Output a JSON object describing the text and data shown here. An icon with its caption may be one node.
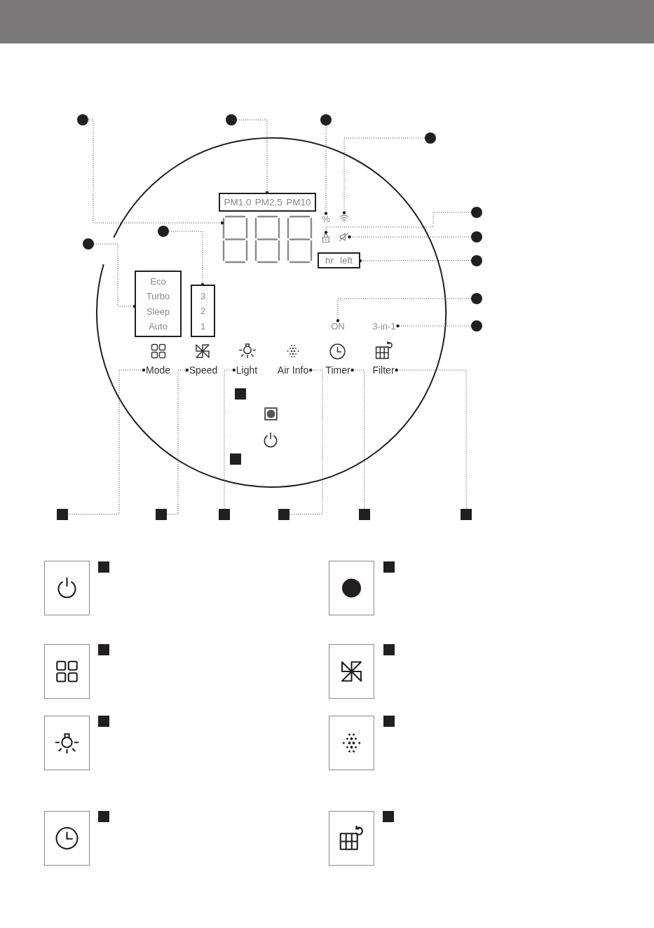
{
  "diagram": {
    "nodes": [
      {
        "text": [],
        "shape": "circle"
      },
      {
        "text": [],
        "shape": "circle"
      },
      {
        "text": [],
        "shape": "circle"
      },
      {
        "text": [],
        "shape": "circle"
      },
      {
        "text": [],
        "shape": "circle"
      },
      {
        "text": [
          "PM1.0",
          "PM2.5",
          "PM10"
        ],
        "in": 0
      },
      {
        "text": [
          "%"
        ],
        "in": 0
      },
      {
        "text": [],
        "shape": "picture",
        "in": 0
      },
      {
        "text": [],
        "shape": "circle"
      },
      {
        "text": [],
        "shape": "picture",
        "in": 0
      },
      {
        "text": [],
        "shape": "picture",
        "in": 0
      },
      {
        "text": [],
        "shape": "picture",
        "in": 0
      },
      {
        "text": [],
        "shape": "circle",
        "in": 0
      },
      {
        "text": [],
        "shape": "circle"
      },
      {
        "text": [],
        "shape": "circle"
      },
      {
        "text": [
          "hr",
          "left"
        ],
        "in": 0
      },
      {
        "text": [],
        "shape": "circle"
      },
      {
        "text": [
          "Eco",
          "Turbo",
          "Sleep",
          "Auto"
        ],
        "in": 0
      },
      {
        "text": [
          "3",
          "2",
          "1"
        ],
        "in": 0
      },
      {
        "text": [],
        "shape": "circle"
      },
      {
        "text": [
          "ON"
        ],
        "in": 0
      },
      {
        "text": [
          "3-in-1"
        ],
        "in": 0
      },
      {
        "text": [],
        "shape": "circle"
      },
      {
        "text": [
          "Mode"
        ],
        "in": 0
      },
      {
        "text": [
          "Speed"
        ],
        "in": 0
      },
      {
        "text": [
          "Light"
        ],
        "in": 0
      },
      {
        "text": [
          "Air Info"
        ],
        "in": 0
      },
      {
        "text": [
          "Timer"
        ],
        "in": 0
      },
      {
        "text": [
          "Filter"
        ],
        "in": 0
      },
      {
        "text": [],
        "shape": "box",
        "in": 0
      },
      {
        "text": [],
        "shape": "box",
        "in": 0
      },
      {
        "text": [],
        "shape": "box"
      },
      {
        "text": [],
        "shape": "box"
      },
      {
        "text": [],
        "shape": "box"
      },
      {
        "text": [],
        "shape": "box"
      },
      {
        "text": [],
        "shape": "box"
      },
      {
        "text": [],
        "shape": "box"
      },
      {
        "text": [],
        "shape": "box"
      },
      {
        "text": [],
        "shape": "box"
      },
      {
        "text": [],
        "shape": "box"
      },
      {
        "text": [],
        "shape": "box"
      },
      {
        "text": [],
        "shape": "box"
      },
      {
        "text": [],
        "shape": "box"
      },
      {
        "text": [],
        "shape": "box"
      },
      {
        "text": [],
        "shape": "box"
      }
    ],
    "edges": [
      {
        "from": 1,
        "to": 9,
        "arrow": "other"
      },
      {
        "from": 2,
        "to": 5,
        "arrow": "other"
      },
      {
        "from": 3,
        "to": 6,
        "arrow": "other"
      },
      {
        "from": 4,
        "to": 7,
        "arrow": "other"
      },
      {
        "from": 8,
        "to": 10,
        "arrow": "other"
      },
      {
        "from": 13,
        "to": 11,
        "arrow": "other"
      },
      {
        "from": 16,
        "to": 15,
        "arrow": "other"
      },
      {
        "from": 19,
        "to": 20,
        "arrow": "other"
      },
      {
        "from": 22,
        "to": 21,
        "arrow": "other"
      },
      {
        "from": 14,
        "to": 17,
        "arrow": "other"
      },
      {
        "from": 12,
        "to": 18,
        "arrow": "other"
      },
      {
        "from": 31,
        "to": 23,
        "arrow": "other"
      },
      {
        "from": 32,
        "to": 24,
        "arrow": "other"
      },
      {
        "from": 33,
        "to": 25,
        "arrow": "other"
      },
      {
        "from": 34,
        "to": 26,
        "arrow": "other"
      },
      {
        "from": 35,
        "to": 27,
        "arrow": "other"
      },
      {
        "from": 36,
        "to": 28,
        "arrow": "other"
      }
    ]
  }
}
